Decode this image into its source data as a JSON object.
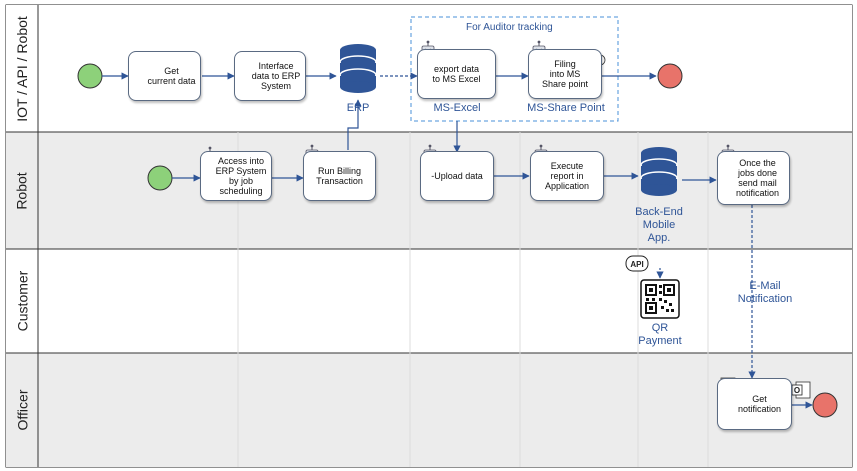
{
  "lanes": [
    {
      "id": "iot",
      "label": "IOT / API / Robot"
    },
    {
      "id": "robot",
      "label": "Robot"
    },
    {
      "id": "customer",
      "label": "Customer"
    },
    {
      "id": "officer",
      "label": "Officer"
    }
  ],
  "tasks": {
    "get_current_data": [
      "Get",
      "current data"
    ],
    "interface_erp": [
      "Interface",
      "data to ERP",
      "System"
    ],
    "export_excel": [
      "export data",
      "to MS Excel"
    ],
    "filing_sharepoint": [
      "Filing",
      "into MS",
      "Share point"
    ],
    "access_erp": [
      "Access into",
      "ERP System",
      "by job",
      "scheduling"
    ],
    "run_billing": [
      "Run  Billing",
      "Transaction"
    ],
    "upload_data": [
      "-Upload data"
    ],
    "execute_report": [
      "Execute",
      "report in",
      "Application"
    ],
    "send_mail": [
      "Once the",
      "jobs done",
      "send mail",
      "notification"
    ],
    "get_notification": [
      "Get",
      "notification"
    ]
  },
  "captions": {
    "erp": "ERP",
    "ms_excel": "MS-Excel",
    "ms_sharepoint": "MS-Share Point",
    "backend": [
      "Back-End",
      "Mobile",
      "App."
    ],
    "qr_payment": [
      "QR",
      "Payment"
    ],
    "email_notification": [
      "E-Mail",
      "Notification"
    ],
    "auditor": "For Auditor tracking"
  },
  "icons": {
    "api": "API",
    "excel": "X",
    "sharepoint": "S",
    "outlook": "O"
  },
  "colors": {
    "start": "#8dd17a",
    "end": "#e8736a",
    "database": "#2f5597",
    "arrow": "#2f5597",
    "lane_shade": "#ececec"
  }
}
